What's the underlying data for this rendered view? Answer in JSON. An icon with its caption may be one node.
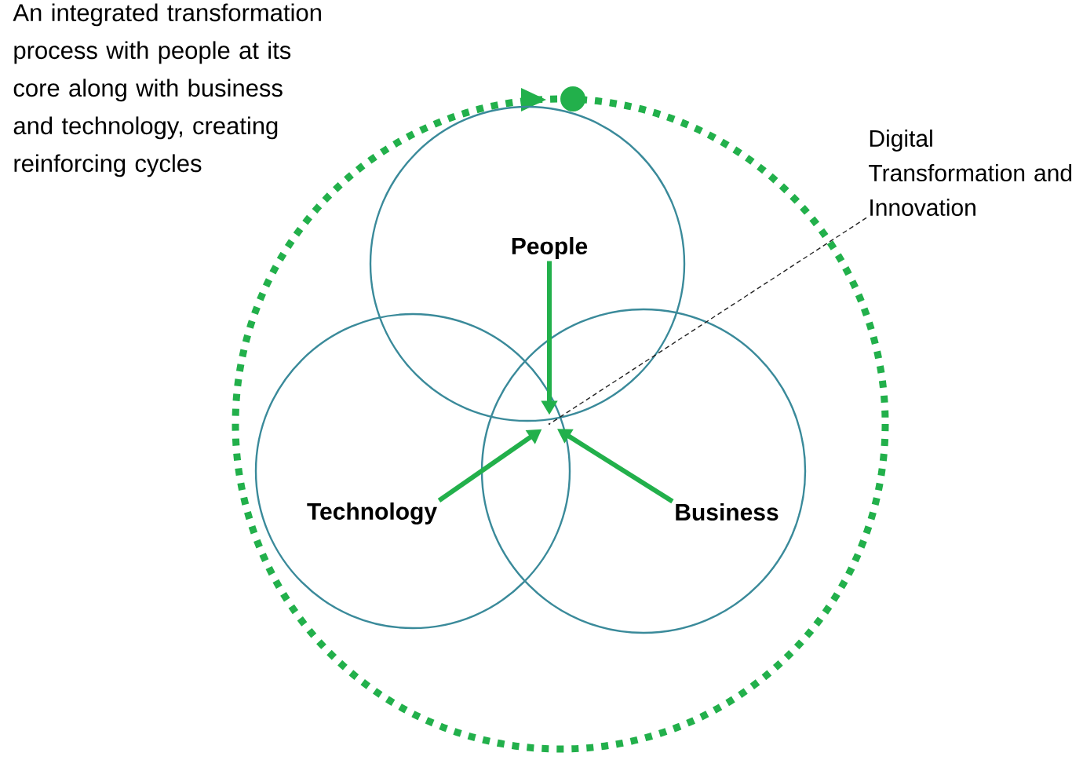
{
  "diagram": {
    "nodes": [
      {
        "text": [
          "People"
        ]
      },
      {
        "text": [
          "Technology"
        ]
      },
      {
        "text": [
          "Business"
        ]
      },
      {
        "text": [
          "Digital Transformation and Innovation"
        ]
      },
      {
        "text": [],
        "shape": "point"
      }
    ],
    "edges": [
      {
        "from": 0,
        "to": 4,
        "arrow": "to"
      },
      {
        "from": 1,
        "to": 4,
        "arrow": "to"
      },
      {
        "from": 2,
        "to": 4,
        "arrow": "to"
      },
      {
        "from": 3,
        "to": 4,
        "arrow": "none",
        "style": "dashed",
        "color": "#222222"
      }
    ],
    "labels": [
      "An integrated transformation process with people at its core along with business and technology, creating reinforcing cycles"
    ]
  }
}
